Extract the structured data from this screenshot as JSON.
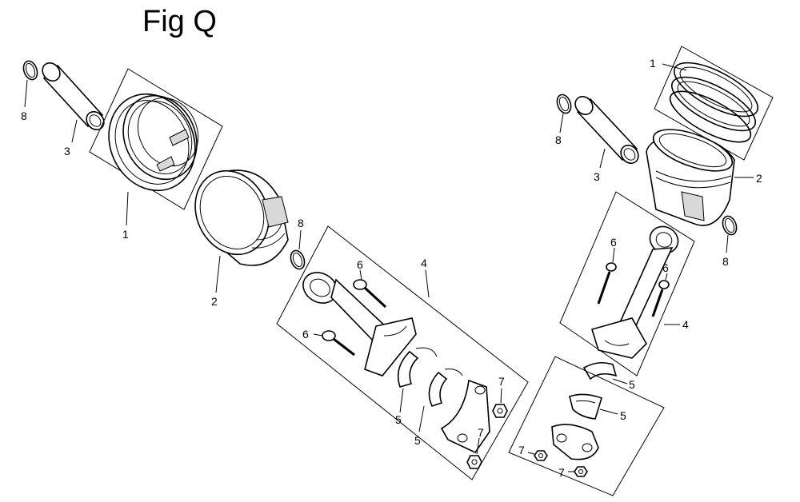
{
  "figure": {
    "title": "Fig Q"
  },
  "callouts": {
    "left": {
      "ring_set": "1",
      "piston": "2",
      "pin": "3",
      "clip_top": "8",
      "clip_mid": "8"
    },
    "center": {
      "rod_assembly": "4",
      "bolt_top": "6",
      "bolt_bottom": "6",
      "bearing_a": "5",
      "bearing_b": "5",
      "nut_top": "7",
      "nut_bottom": "7"
    },
    "right": {
      "ring_set": "1",
      "piston": "2",
      "pin": "3",
      "clip_left": "8",
      "clip_right": "8",
      "rod_assembly": "4",
      "bolt_left": "6",
      "bolt_right": "6",
      "bearing_a": "5",
      "bearing_b": "5",
      "nut_left": "7",
      "nut_bottom": "7"
    }
  }
}
